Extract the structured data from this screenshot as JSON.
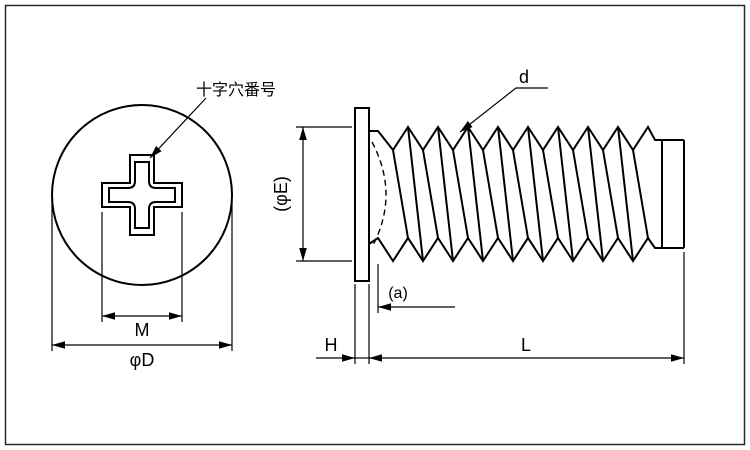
{
  "labels": {
    "recess_number_note": "十字穴番号",
    "d": "d",
    "phi_e": "(φE)",
    "a": "(a)",
    "h": "H",
    "l": "L",
    "m": "M",
    "phi_d": "φD"
  },
  "colors": {
    "line": "#000000",
    "background": "#ffffff",
    "border": "#2a2a2a"
  }
}
